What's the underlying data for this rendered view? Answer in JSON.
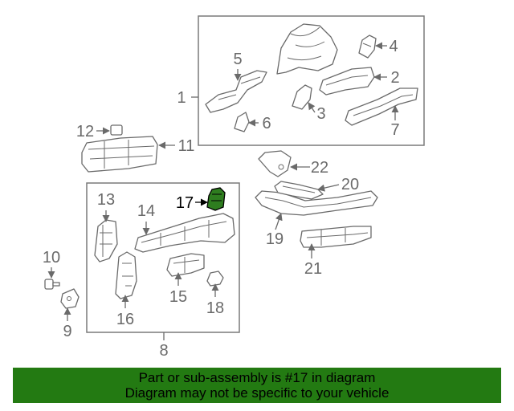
{
  "callouts": {
    "c1": "1",
    "c2": "2",
    "c3": "3",
    "c4": "4",
    "c5": "5",
    "c6": "6",
    "c7": "7",
    "c8": "8",
    "c9": "9",
    "c10": "10",
    "c11": "11",
    "c12": "12",
    "c13": "13",
    "c14": "14",
    "c15": "15",
    "c16": "16",
    "c17": "17",
    "c18": "18",
    "c19": "19",
    "c20": "20",
    "c21": "21",
    "c22": "22"
  },
  "highlighted_part": "17",
  "colors": {
    "highlight_part": "#2e7d1f",
    "banner": "#237a12",
    "line": "#6a6a6a"
  },
  "banner": {
    "line1": "Part or sub-assembly is #17 in diagram",
    "line2": "Diagram may not be specific to your vehicle"
  }
}
